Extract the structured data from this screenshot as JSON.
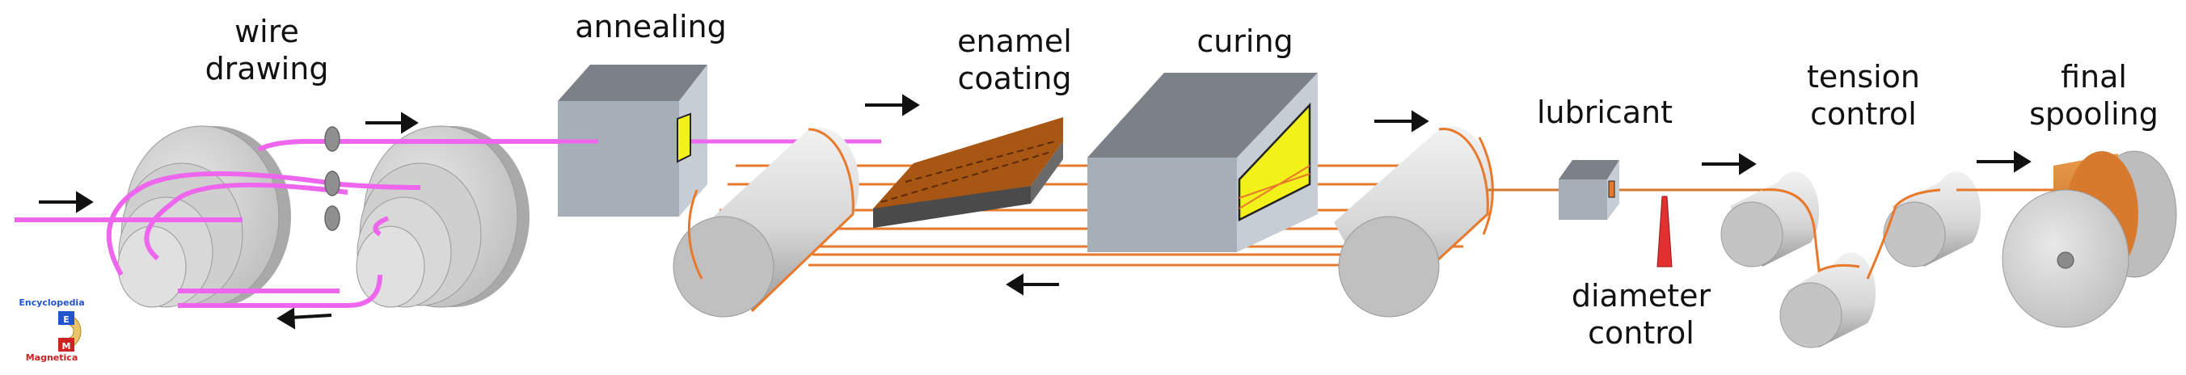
{
  "stages": {
    "wire_drawing": [
      "wire",
      "drawing"
    ],
    "annealing": "annealing",
    "enamel_coating": [
      "enamel",
      "coating"
    ],
    "curing": "curing",
    "lubricant": "lubricant",
    "diameter_control": [
      "diameter",
      "control"
    ],
    "tension_control": [
      "tension",
      "control"
    ],
    "final_spooling": [
      "final",
      "spooling"
    ]
  },
  "logo": {
    "top": "Encyclopedia",
    "letter1": "E",
    "letter2": "M",
    "bottom": "Magnetica"
  },
  "colors": {
    "raw_wire": "#ee66ee",
    "enameled_wire": "#e8782a",
    "drum": "#c8c8c8",
    "box": "#a6aeb8",
    "window": "#f2f21a",
    "coating_plate": "#a85614",
    "diameter_marker": "#e03030",
    "spool_copper": "#d77a2e"
  },
  "icons": [
    "arrow-right-icon",
    "arrow-left-icon"
  ]
}
